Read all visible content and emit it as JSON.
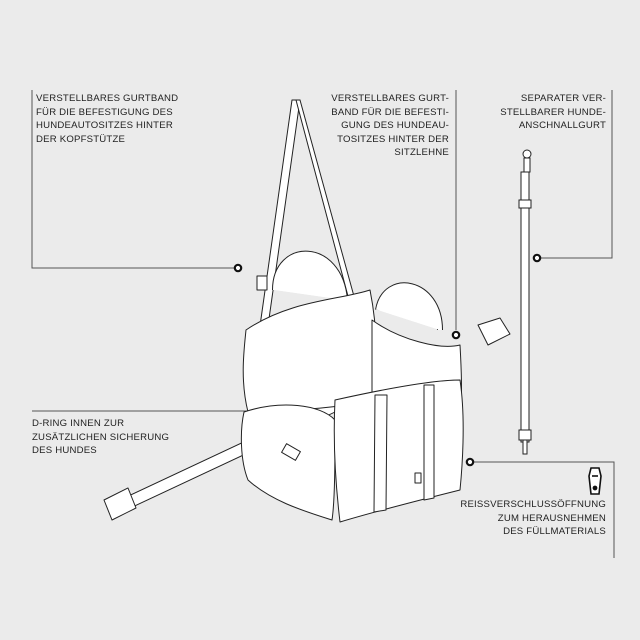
{
  "callouts": {
    "headrest_strap": "VERSTELLBARES GURTBAND\nFÜR DIE BEFESTIGUNG DES\nHUNDEAUTOSITZES HINTER\nDER KOPFSTÜTZE",
    "seatback_strap": "VERSTELLBARES GURT-\nBAND FÜR DIE BEFESTI-\nGUNG DES HUNDEAU-\nTOSITZES HINTER DER\nSITZLEHNE",
    "leash": "SEPARATER VER-\nSTELLBARER HUNDE-\nANSCHNALLGURT",
    "d_ring": "D-RING INNEN ZUR\nZUSÄTZLICHEN SICHERUNG\nDES HUNDES",
    "zipper": "REISSVERSCHLUSSÖFFNUNG\nZUM HERAUSNEHMEN\nDES FÜLLMATERIALS"
  },
  "icons": [
    "zipper-pull-icon"
  ],
  "colors": {
    "background": "#ebebeb",
    "line": "#222222"
  }
}
